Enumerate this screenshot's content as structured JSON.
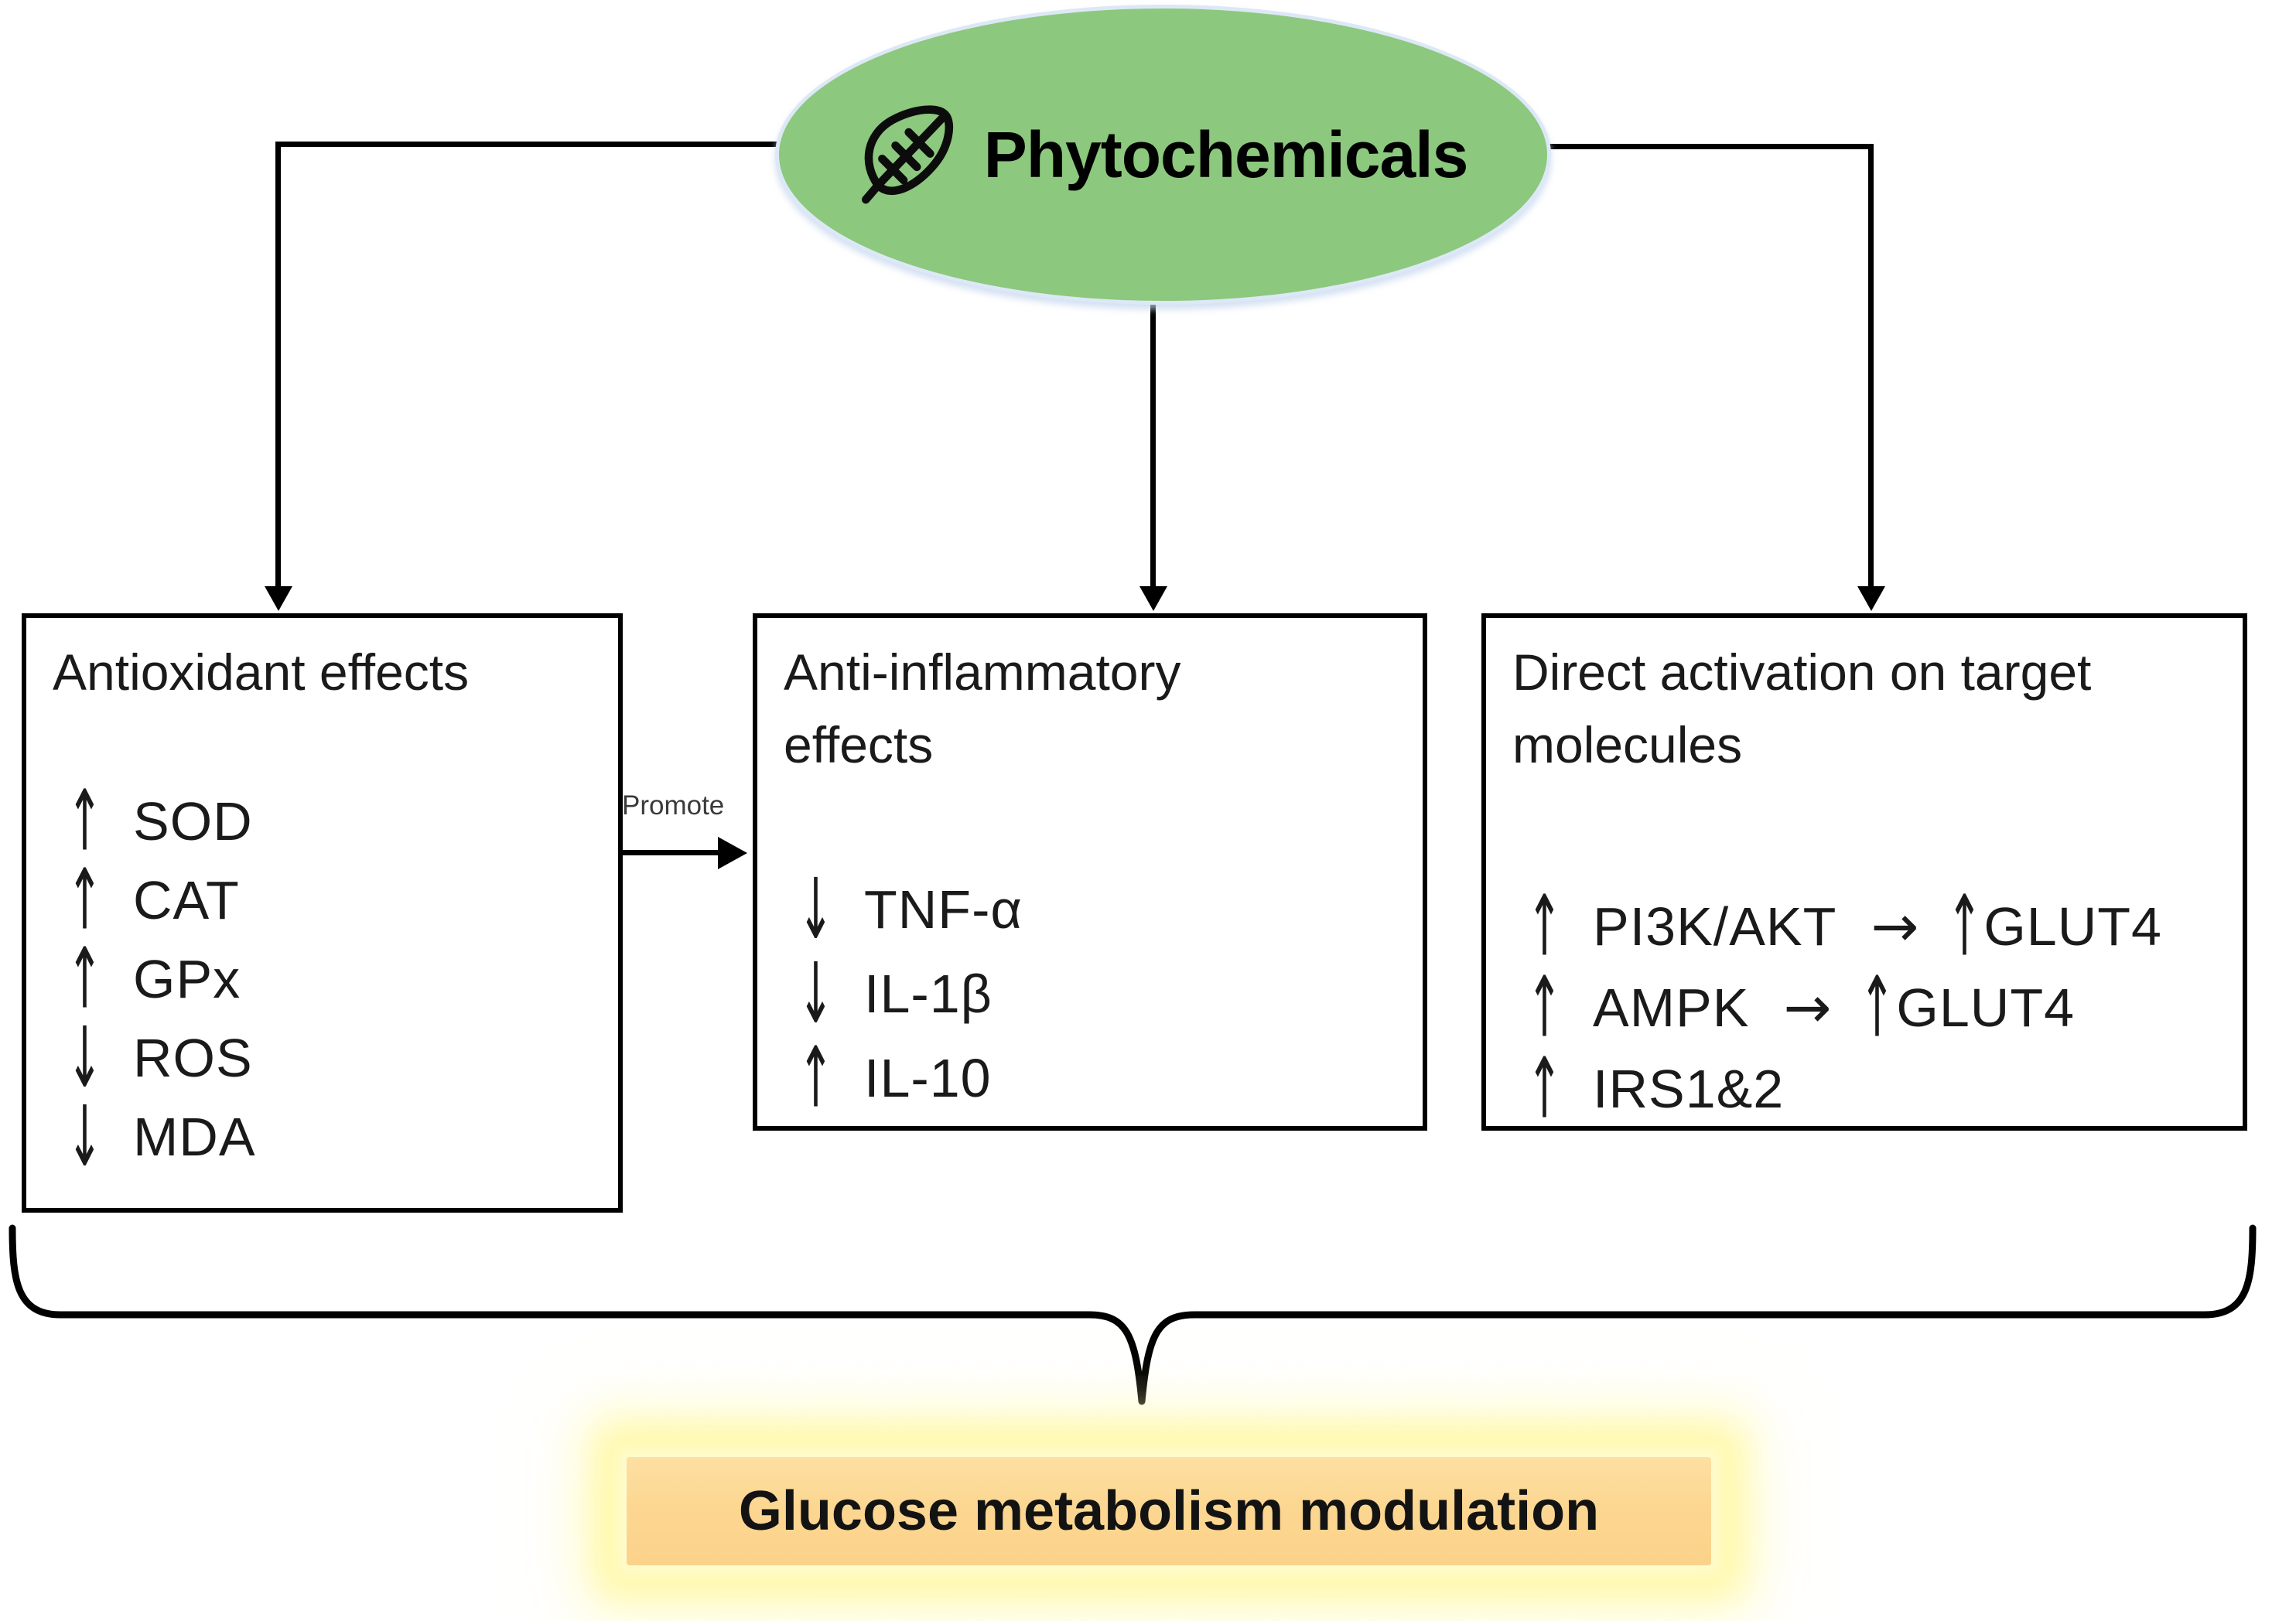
{
  "source": {
    "label": "Phytochemicals"
  },
  "promote": {
    "label": "Promote"
  },
  "boxes": [
    {
      "title": "Antioxidant effects",
      "items": [
        {
          "arrow": "↑",
          "label": "SOD"
        },
        {
          "arrow": "↑",
          "label": "CAT"
        },
        {
          "arrow": "↑",
          "label": "GPx"
        },
        {
          "arrow": "↓",
          "label": "ROS"
        },
        {
          "arrow": "↓",
          "label": "MDA"
        }
      ]
    },
    {
      "title": "Anti-inflammatory effects",
      "items": [
        {
          "arrow": "↓",
          "label": "TNF-α"
        },
        {
          "arrow": "↓",
          "label": "IL-1β"
        },
        {
          "arrow": "↑",
          "label": "IL-10"
        }
      ]
    },
    {
      "title": "Direct activation on target molecules",
      "items": [
        {
          "arrow": "↑",
          "label": "PI3K/AKT",
          "result_arrow": "→",
          "result_dir": "↑",
          "result": "GLUT4"
        },
        {
          "arrow": "↑",
          "label": "AMPK",
          "result_arrow": "→",
          "result_dir": "↑",
          "result": "GLUT4"
        },
        {
          "arrow": "↑",
          "label": "IRS1&2"
        }
      ]
    }
  ],
  "outcome": {
    "label": "Glucose metabolism modulation"
  },
  "colors": {
    "source_fill": "#8cc87d",
    "source_rim": "#dde8f6",
    "outcome_fill": "#fcd792",
    "outcome_glow": "#fff9a6",
    "line": "#000000"
  }
}
